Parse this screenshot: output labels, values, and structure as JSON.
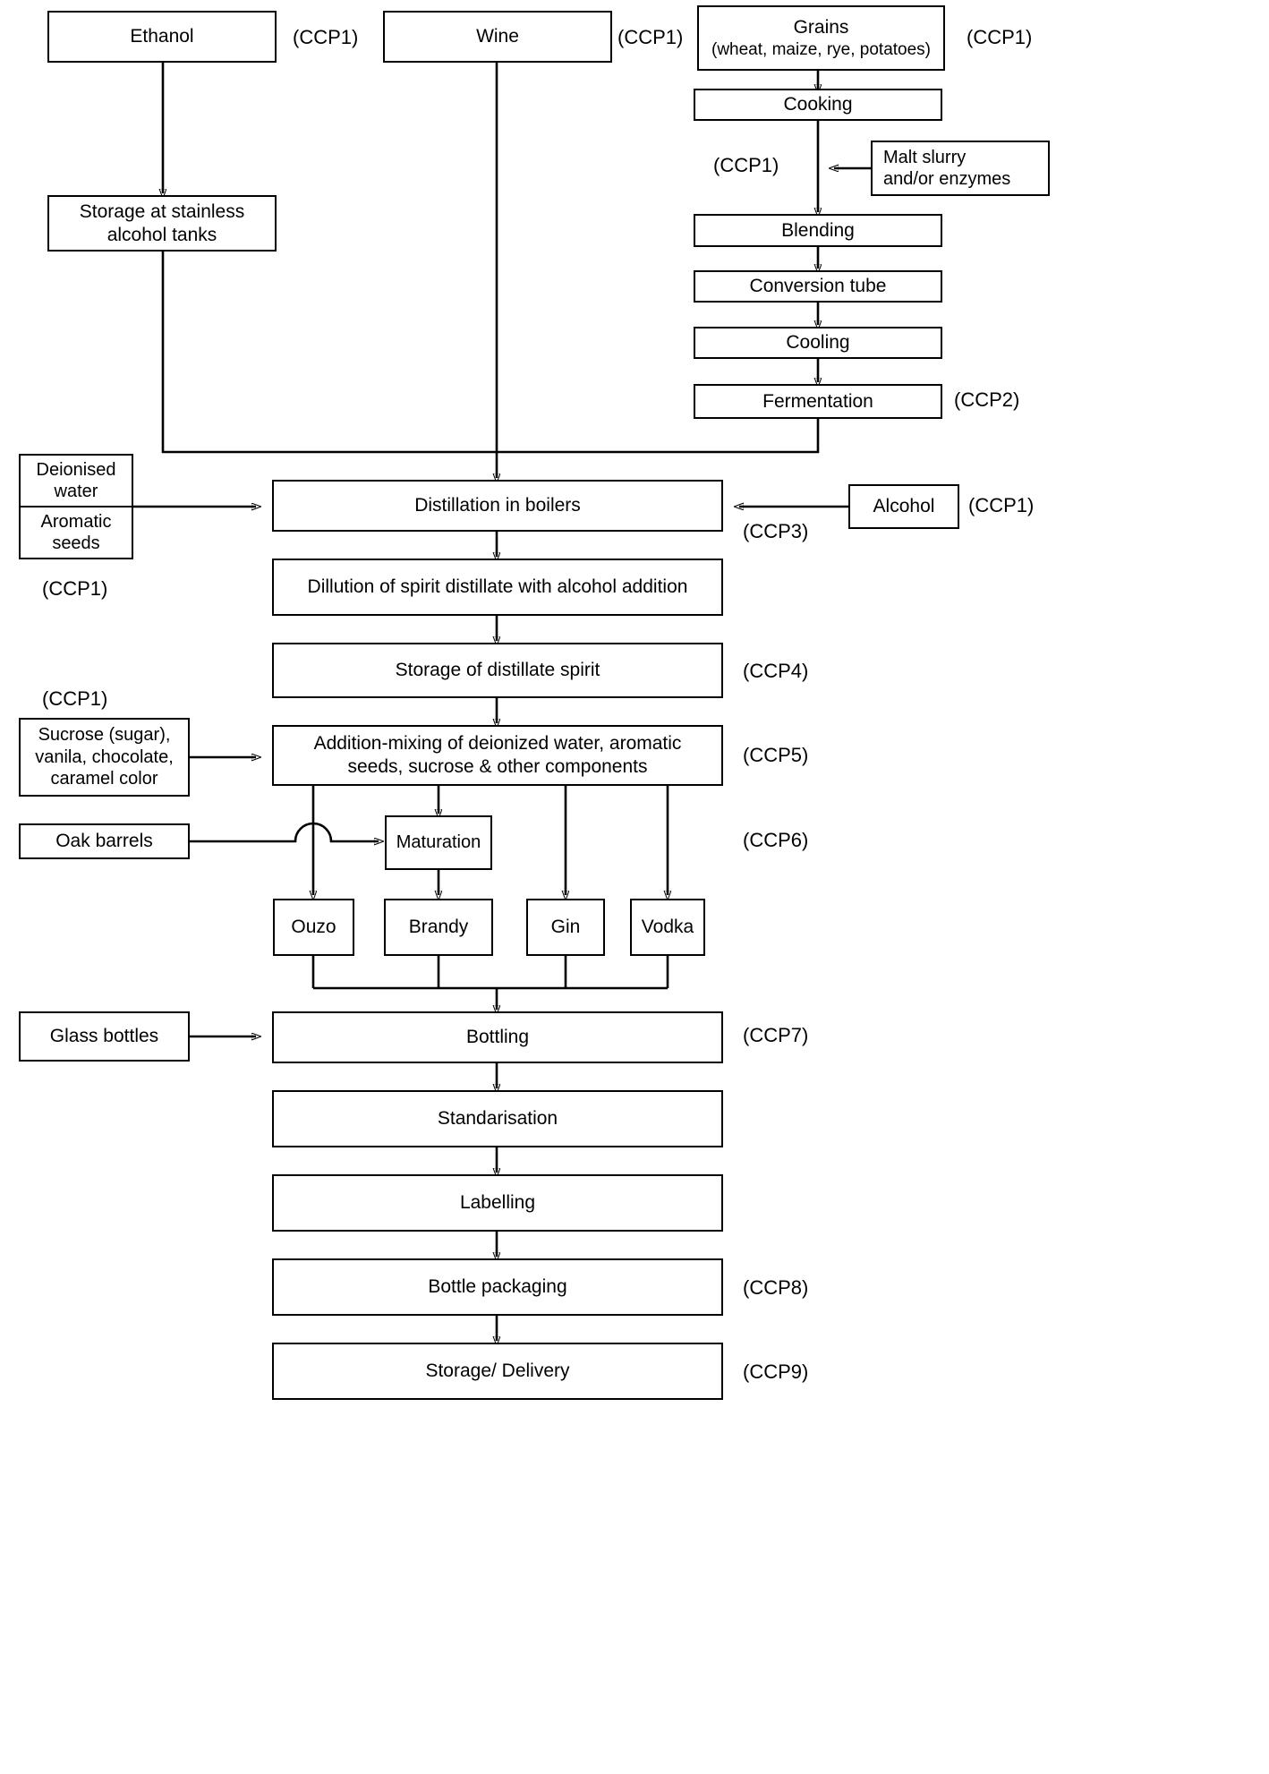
{
  "diagram": {
    "title": "Flow diagram of alcoholic spirits production with HACCP critical control points",
    "line_color": "#000000",
    "box_fill": "#ffffff"
  },
  "boxes": {
    "ethanol": "Ethanol",
    "wine": "Wine",
    "grains_line1": "Grains",
    "grains_line2": "(wheat, maize, rye, potatoes)",
    "storage_alcohol_tanks_line1": "Storage at stainless",
    "storage_alcohol_tanks_line2": "alcohol tanks",
    "cooking": "Cooking",
    "malt_slurry_line1": "Malt slurry",
    "malt_slurry_line2": "and/or enzymes",
    "blending": "Blending",
    "conversion_tube": "Conversion tube",
    "cooling": "Cooling",
    "fermentation": "Fermentation",
    "deionised_water_line1": "Deionised",
    "deionised_water_line2": "water",
    "aromatic_seeds_line1": "Aromatic",
    "aromatic_seeds_line2": "seeds",
    "distillation": "Distillation in boilers",
    "alcohol": "Alcohol",
    "dillution": "Dillution of spirit distillate with alcohol addition",
    "storage_distillate": "Storage of distillate spirit",
    "sucrose_line1": "Sucrose (sugar),",
    "sucrose_line2": "vanila, chocolate,",
    "sucrose_line3": "caramel color",
    "addition_mixing_line1": "Addition-mixing of deionized water, aromatic",
    "addition_mixing_line2": "seeds, sucrose & other components",
    "oak_barrels": "Oak barrels",
    "maturation": "Maturation",
    "ouzo": "Ouzo",
    "brandy": "Brandy",
    "gin": "Gin",
    "vodka": "Vodka",
    "glass_bottles": "Glass bottles",
    "bottling": "Bottling",
    "standarisation": "Standarisation",
    "labelling": "Labelling",
    "bottle_packaging": "Bottle packaging",
    "storage_delivery": "Storage/ Delivery"
  },
  "ccp_labels": {
    "ethanol_ccp": "(CCP1)",
    "wine_ccp": "(CCP1)",
    "grains_ccp": "(CCP1)",
    "blending_ccp": "(CCP1)",
    "fermentation_ccp": "(CCP2)",
    "distillation_ccp": "(CCP3)",
    "alcohol_ccp": "(CCP1)",
    "aromatic_seeds_ccp": "(CCP1)",
    "sucrose_ccp": "(CCP1)",
    "storage_distillate_ccp": "(CCP4)",
    "addition_mixing_ccp": "(CCP5)",
    "maturation_ccp": "(CCP6)",
    "bottling_ccp": "(CCP7)",
    "bottle_packaging_ccp": "(CCP8)",
    "storage_delivery_ccp": "(CCP9)"
  },
  "chart_data": {
    "type": "flowchart",
    "title": "Alcoholic spirits production process flow with CCPs",
    "nodes": [
      {
        "id": "ethanol",
        "label": "Ethanol",
        "ccp": "CCP1"
      },
      {
        "id": "wine",
        "label": "Wine",
        "ccp": "CCP1"
      },
      {
        "id": "grains",
        "label": "Grains (wheat, maize, rye, potatoes)",
        "ccp": "CCP1"
      },
      {
        "id": "storage_tanks",
        "label": "Storage at stainless alcohol tanks",
        "ccp": null
      },
      {
        "id": "cooking",
        "label": "Cooking",
        "ccp": null
      },
      {
        "id": "malt_slurry",
        "label": "Malt slurry and/or enzymes",
        "ccp": null
      },
      {
        "id": "blending",
        "label": "Blending",
        "ccp": "CCP1"
      },
      {
        "id": "conversion_tube",
        "label": "Conversion tube",
        "ccp": null
      },
      {
        "id": "cooling",
        "label": "Cooling",
        "ccp": null
      },
      {
        "id": "fermentation",
        "label": "Fermentation",
        "ccp": "CCP2"
      },
      {
        "id": "deionised_water",
        "label": "Deionised water",
        "ccp": "CCP1"
      },
      {
        "id": "aromatic_seeds",
        "label": "Aromatic seeds",
        "ccp": "CCP1"
      },
      {
        "id": "distillation",
        "label": "Distillation in boilers",
        "ccp": "CCP3"
      },
      {
        "id": "alcohol",
        "label": "Alcohol",
        "ccp": "CCP1"
      },
      {
        "id": "dillution",
        "label": "Dillution of spirit distillate with alcohol addition",
        "ccp": null
      },
      {
        "id": "storage_distillate",
        "label": "Storage of distillate spirit",
        "ccp": "CCP4"
      },
      {
        "id": "sucrose",
        "label": "Sucrose (sugar), vanila, chocolate, caramel color",
        "ccp": "CCP1"
      },
      {
        "id": "addition_mixing",
        "label": "Addition-mixing of deionized water, aromatic seeds, sucrose & other components",
        "ccp": "CCP5"
      },
      {
        "id": "oak_barrels",
        "label": "Oak barrels",
        "ccp": null
      },
      {
        "id": "maturation",
        "label": "Maturation",
        "ccp": "CCP6"
      },
      {
        "id": "ouzo",
        "label": "Ouzo",
        "ccp": null
      },
      {
        "id": "brandy",
        "label": "Brandy",
        "ccp": null
      },
      {
        "id": "gin",
        "label": "Gin",
        "ccp": null
      },
      {
        "id": "vodka",
        "label": "Vodka",
        "ccp": null
      },
      {
        "id": "glass_bottles",
        "label": "Glass bottles",
        "ccp": null
      },
      {
        "id": "bottling",
        "label": "Bottling",
        "ccp": "CCP7"
      },
      {
        "id": "standarisation",
        "label": "Standarisation",
        "ccp": null
      },
      {
        "id": "labelling",
        "label": "Labelling",
        "ccp": null
      },
      {
        "id": "bottle_packaging",
        "label": "Bottle packaging",
        "ccp": "CCP8"
      },
      {
        "id": "storage_delivery",
        "label": "Storage/ Delivery",
        "ccp": "CCP9"
      }
    ],
    "edges": [
      {
        "from": "ethanol",
        "to": "storage_tanks"
      },
      {
        "from": "storage_tanks",
        "to": "distillation"
      },
      {
        "from": "wine",
        "to": "distillation"
      },
      {
        "from": "grains",
        "to": "cooking"
      },
      {
        "from": "cooking",
        "to": "blending"
      },
      {
        "from": "malt_slurry",
        "to": "blending"
      },
      {
        "from": "blending",
        "to": "conversion_tube"
      },
      {
        "from": "conversion_tube",
        "to": "cooling"
      },
      {
        "from": "cooling",
        "to": "fermentation"
      },
      {
        "from": "fermentation",
        "to": "distillation"
      },
      {
        "from": "deionised_water",
        "to": "distillation"
      },
      {
        "from": "aromatic_seeds",
        "to": "distillation"
      },
      {
        "from": "alcohol",
        "to": "distillation"
      },
      {
        "from": "distillation",
        "to": "dillution"
      },
      {
        "from": "dillution",
        "to": "storage_distillate"
      },
      {
        "from": "storage_distillate",
        "to": "addition_mixing"
      },
      {
        "from": "sucrose",
        "to": "addition_mixing"
      },
      {
        "from": "addition_mixing",
        "to": "ouzo"
      },
      {
        "from": "addition_mixing",
        "to": "maturation"
      },
      {
        "from": "addition_mixing",
        "to": "gin"
      },
      {
        "from": "addition_mixing",
        "to": "vodka"
      },
      {
        "from": "oak_barrels",
        "to": "maturation"
      },
      {
        "from": "maturation",
        "to": "brandy"
      },
      {
        "from": "ouzo",
        "to": "bottling"
      },
      {
        "from": "brandy",
        "to": "bottling"
      },
      {
        "from": "gin",
        "to": "bottling"
      },
      {
        "from": "vodka",
        "to": "bottling"
      },
      {
        "from": "glass_bottles",
        "to": "bottling"
      },
      {
        "from": "bottling",
        "to": "standarisation"
      },
      {
        "from": "standarisation",
        "to": "labelling"
      },
      {
        "from": "labelling",
        "to": "bottle_packaging"
      },
      {
        "from": "bottle_packaging",
        "to": "storage_delivery"
      }
    ]
  }
}
